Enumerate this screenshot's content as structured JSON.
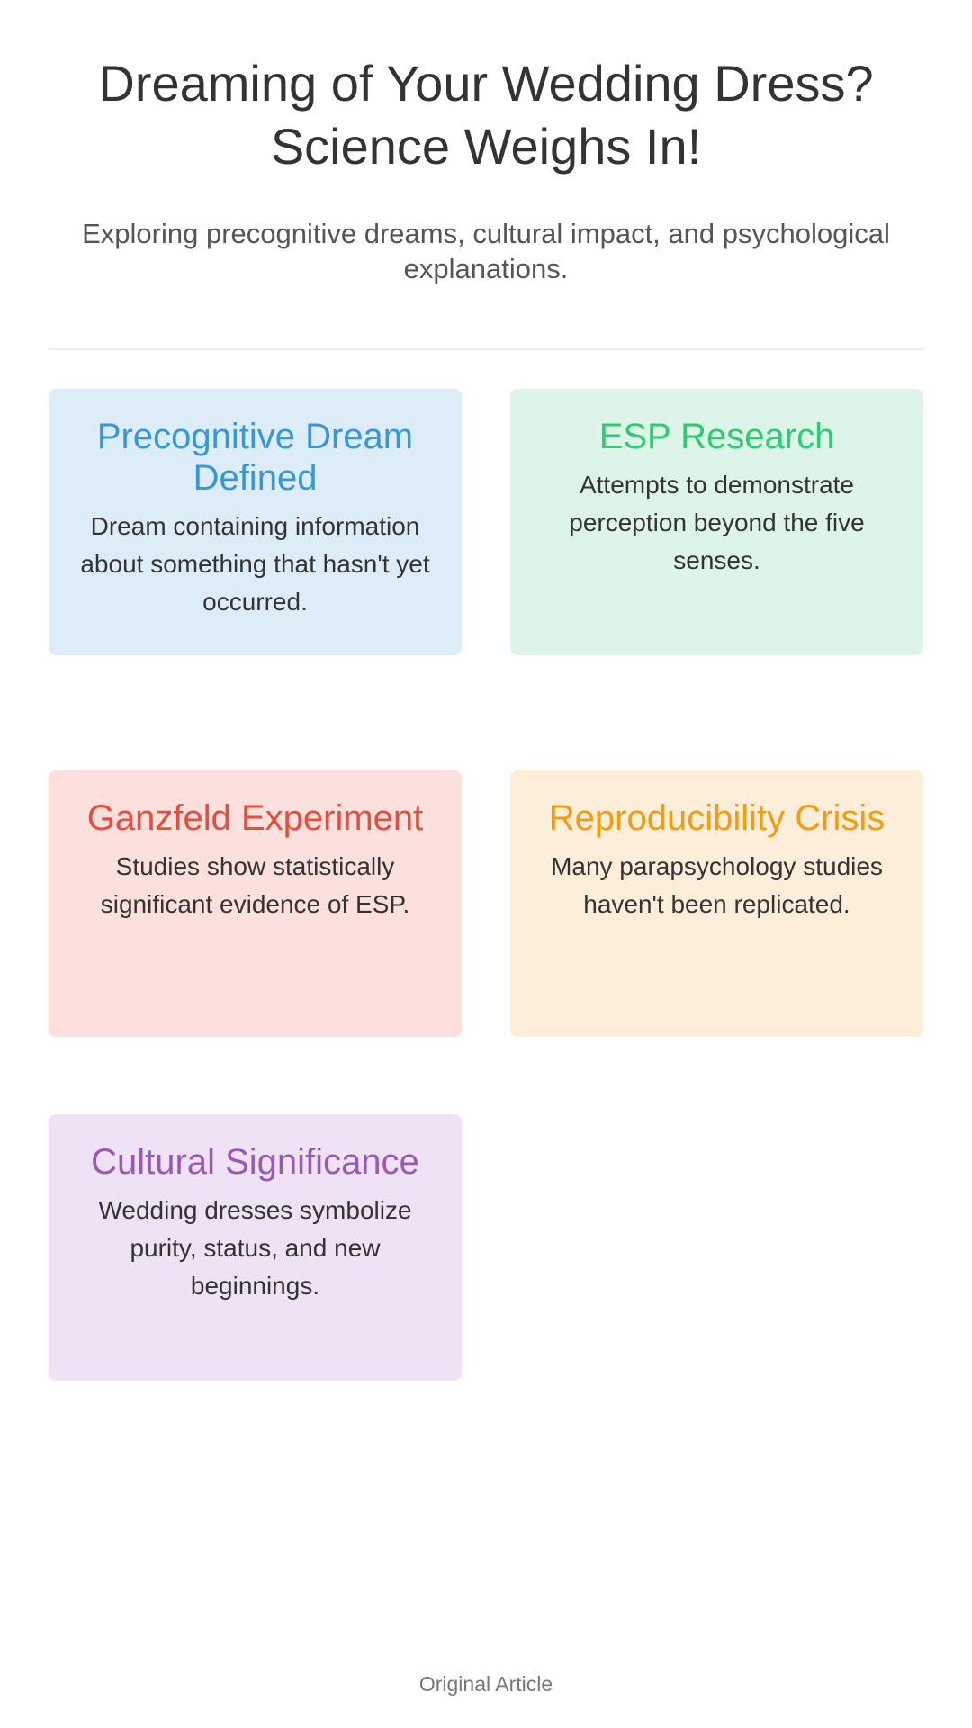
{
  "header": {
    "title": "Dreaming of Your Wedding Dress? Science Weighs In!",
    "subtitle": "Exploring precognitive dreams, cultural impact, and psychological explanations."
  },
  "cards": [
    {
      "title": "Precognitive Dream Defined",
      "text": "Dream containing information about something that hasn't yet occurred.",
      "accent": "#3498db",
      "background": "#ddedf8"
    },
    {
      "title": "ESP Research",
      "text": "Attempts to demonstrate perception beyond the five senses.",
      "accent": "#2ecc71",
      "background": "#dcf5e8"
    },
    {
      "title": "Ganzfeld Experiment",
      "text": "Studies show statistically significant evidence of ESP.",
      "accent": "#e74c3c",
      "background": "#fbe0dd"
    },
    {
      "title": "Reproducibility Crisis",
      "text": "Many parapsychology studies haven't been replicated.",
      "accent": "#f39c12",
      "background": "#fdeeda"
    },
    {
      "title": "Cultural Significance",
      "text": "Wedding dresses symbolize purity, status, and new beginnings.",
      "accent": "#9b59b6",
      "background": "#eee2f4"
    }
  ],
  "footer": {
    "link_label": "Original Article"
  }
}
